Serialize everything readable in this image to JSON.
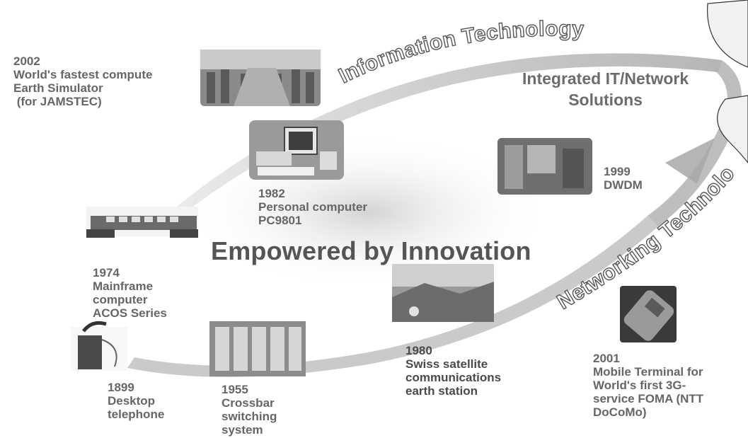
{
  "headline": "Empowered by Innovation",
  "arrow_labels": {
    "information": "Information Technology",
    "networking": "Networking Technology"
  },
  "solution": {
    "line1": "Integrated IT/Network",
    "line2": "Solutions"
  },
  "milestones": [
    {
      "id": "m2002",
      "year": "2002",
      "lines": [
        "World's fastest compute",
        "Earth Simulator",
        " (for JAMSTEC)"
      ]
    },
    {
      "id": "m1982",
      "year": "1982",
      "lines": [
        "Personal computer",
        "PC9801"
      ]
    },
    {
      "id": "m1999",
      "year": "1999",
      "lines": [
        "DWDM"
      ]
    },
    {
      "id": "m1974",
      "year": "1974",
      "lines": [
        "Mainframe",
        "computer",
        "ACOS Series"
      ]
    },
    {
      "id": "m1980",
      "year": "1980",
      "lines": [
        "Swiss satellite",
        "communications",
        "earth station"
      ]
    },
    {
      "id": "m2001",
      "year": "2001",
      "lines": [
        "Mobile Terminal for",
        "World's first 3G-",
        "service FOMA (NTT",
        "DoCoMo)"
      ]
    },
    {
      "id": "m1899",
      "year": "1899",
      "lines": [
        "Desktop",
        "telephone"
      ]
    },
    {
      "id": "m1955",
      "year": "1955",
      "lines": [
        "Crossbar",
        "switching",
        "system"
      ]
    }
  ],
  "photos": [
    {
      "id": "earth-simulator",
      "subject": "supercomputer-hall"
    },
    {
      "id": "pc9801",
      "subject": "personal-computer"
    },
    {
      "id": "dwdm",
      "subject": "equipment-room"
    },
    {
      "id": "mainframe",
      "subject": "mainframe-console"
    },
    {
      "id": "satellite-station",
      "subject": "mountain-valley"
    },
    {
      "id": "foma-phone",
      "subject": "mobile-phone"
    },
    {
      "id": "telephone",
      "subject": "antique-telephone"
    },
    {
      "id": "crossbar",
      "subject": "switch-racks"
    }
  ],
  "colors": {
    "arrow": "#b5b5b5",
    "text": "#666666",
    "headline": "#555555"
  }
}
